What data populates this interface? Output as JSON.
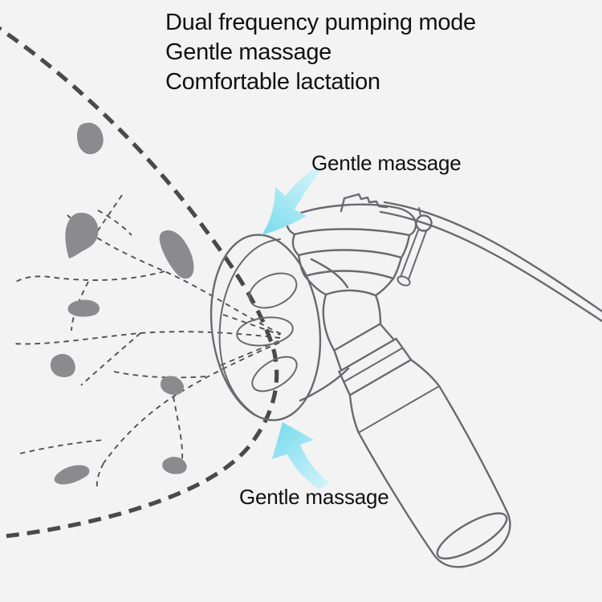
{
  "title": {
    "line1": "Dual frequency pumping mode",
    "line2": "Gentle massage",
    "line3": "Comfortable lactation"
  },
  "annotations": {
    "top": "Gentle massage",
    "bottom": "Gentle massage"
  },
  "icons": {
    "top_arrow": "curved-arrow-pointing-down-left",
    "bottom_arrow": "curved-arrow-pointing-up-left"
  },
  "colors": {
    "bg": "#f3f3f3",
    "line": "#6a6a6e",
    "dash": "#4a4a4b",
    "duct": "#525255",
    "blob": "#8b8b8d",
    "text": "#111111",
    "arrow-tip": "#7edcee",
    "arrow-tail": "#d9f6fa"
  }
}
